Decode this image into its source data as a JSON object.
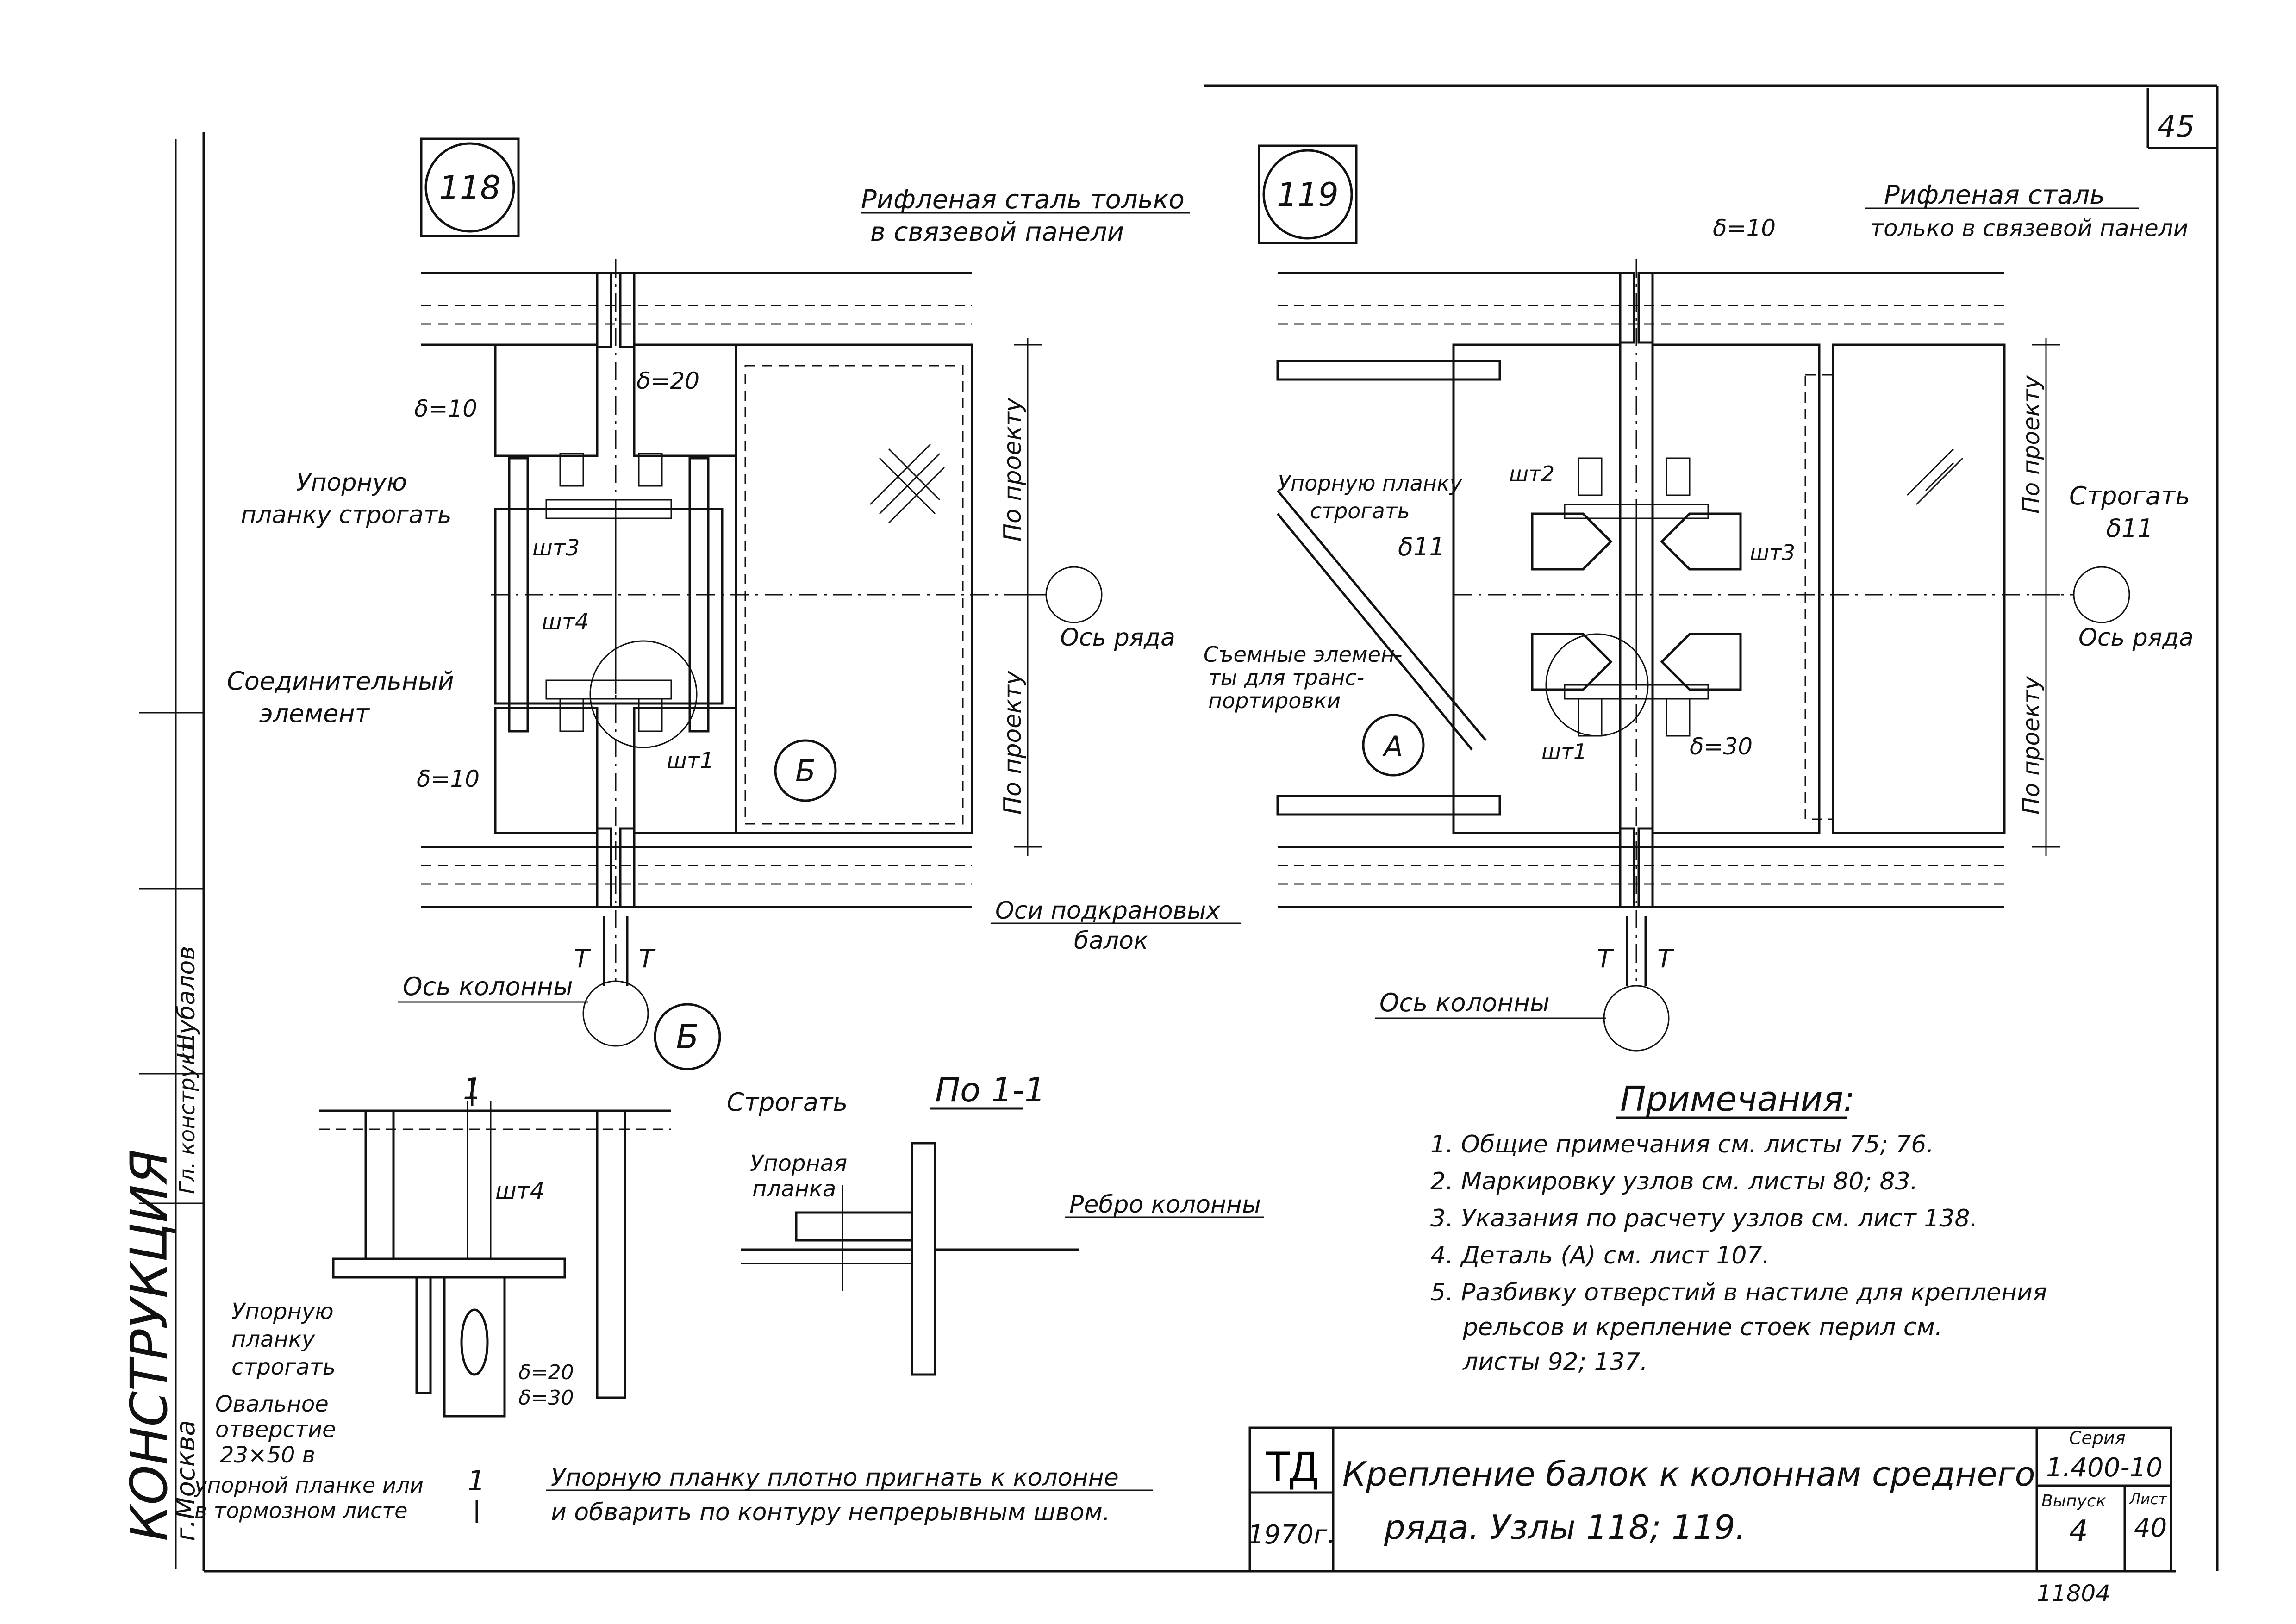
{
  "sheet": {
    "page_number": "45",
    "node_left": "118",
    "node_right": "119"
  },
  "labels": {
    "checker_plate_left": [
      "Рифленая сталь только",
      "в связевой панели"
    ],
    "checker_plate_right": [
      "Рифленая сталь",
      "только в связевой панели"
    ],
    "thk10": "δ=10",
    "thk20": "δ=20",
    "thk30": "δ=30",
    "delta11": "δ11",
    "stop_plate_left": [
      "Упорную",
      "планку строгать"
    ],
    "stop_plate_right": [
      "Упорную планку",
      "строгать"
    ],
    "connector": [
      "Соединительный",
      "элемент"
    ],
    "removable": [
      "Съемные элемен-",
      "ты для транс-",
      "портировки"
    ],
    "wt1": "шт1",
    "wt2": "шт2",
    "wt3": "шт3",
    "wt4": "шт4",
    "per_project": "По проекту",
    "plane_right": [
      "Строгать",
      "δ11"
    ],
    "row_axis": "Ось ряда",
    "crane_beam_axes": [
      "Оси подкрановых",
      "балок"
    ],
    "column_axis": "Ось колонны",
    "force_T": "T",
    "callout_B": "Б",
    "callout_A": "А",
    "section_mark": "1",
    "section_title": "По 1-1",
    "plane": "Строгать",
    "stop_plate_small": [
      "Упорная",
      "планка"
    ],
    "column_rib": "Ребро колонны",
    "stop_plate_detail": [
      "Упорную",
      "планку",
      "строгать"
    ],
    "oval_hole": [
      "Овальное",
      "отверстие",
      "23×50 в",
      "упорной планке или",
      "в тормозном листе"
    ],
    "fit_note": [
      "Упорную планку плотно пригнать к колонне",
      "и обварить по контуру непрерывным швом."
    ]
  },
  "notes": {
    "title": "Примечания:",
    "items": [
      "1. Общие примечания см. листы 75; 76.",
      "2. Маркировку узлов см. листы 80; 83.",
      "3. Указания по расчету узлов см. лист 138.",
      "4. Деталь (А) см. лист 107.",
      "5. Разбивку отверстий в настиле для крепления",
      "рельсов и крепление стоек перил см.",
      "листы 92; 137."
    ]
  },
  "title_block": {
    "org_code": "ТД",
    "year": "1970г.",
    "title_line1": "Крепление балок к колоннам среднего",
    "title_line2": "ряда.   Узлы 118; 119.",
    "series_label": "Серия",
    "series_value": "1.400-10",
    "issue_label": "Выпуск",
    "issue_value": "4",
    "sheet_label": "Лист",
    "sheet_value": "40",
    "archive_no": "11804"
  },
  "side_stamp": {
    "org": "КОНСТРУКЦИЯ",
    "city": "г.Москва",
    "role": "Гл. конструкт.",
    "name": "Шубалов"
  }
}
